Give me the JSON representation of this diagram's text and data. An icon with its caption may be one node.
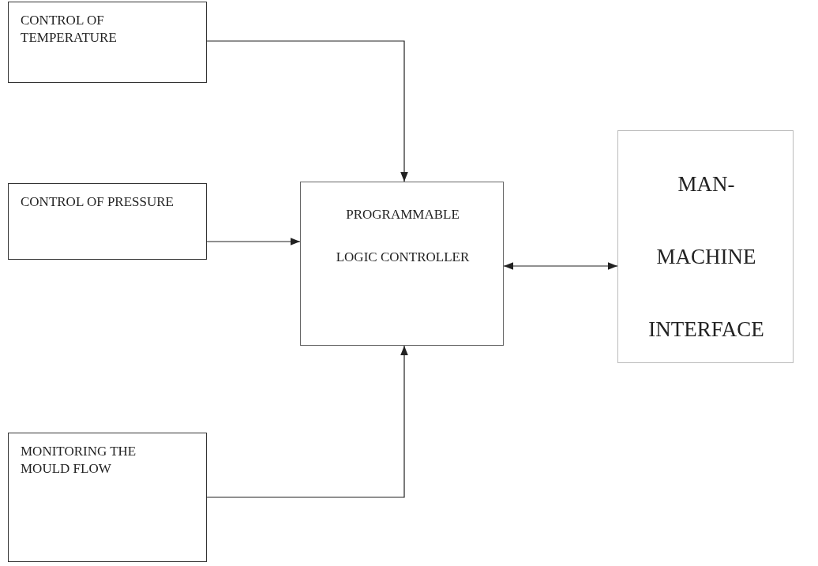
{
  "diagram": {
    "nodes": [
      {
        "text": [
          "CONTROL OF TEMPERATURE"
        ]
      },
      {
        "text": [
          "CONTROL OF PRESSURE"
        ]
      },
      {
        "text": [
          "PROGRAMMABLE LOGIC CONTROLLER"
        ]
      },
      {
        "text": [
          "MAN- MACHINE INTERFACE"
        ]
      },
      {
        "text": [
          "MONITORING THE MOULD FLOW"
        ]
      }
    ],
    "edges": [
      {
        "from": 0,
        "to": 2,
        "arrow": "to"
      },
      {
        "from": 1,
        "to": 2,
        "arrow": "to"
      },
      {
        "from": 2,
        "to": 3,
        "arrow": "both"
      },
      {
        "from": 4,
        "to": 2,
        "arrow": "to"
      }
    ]
  }
}
